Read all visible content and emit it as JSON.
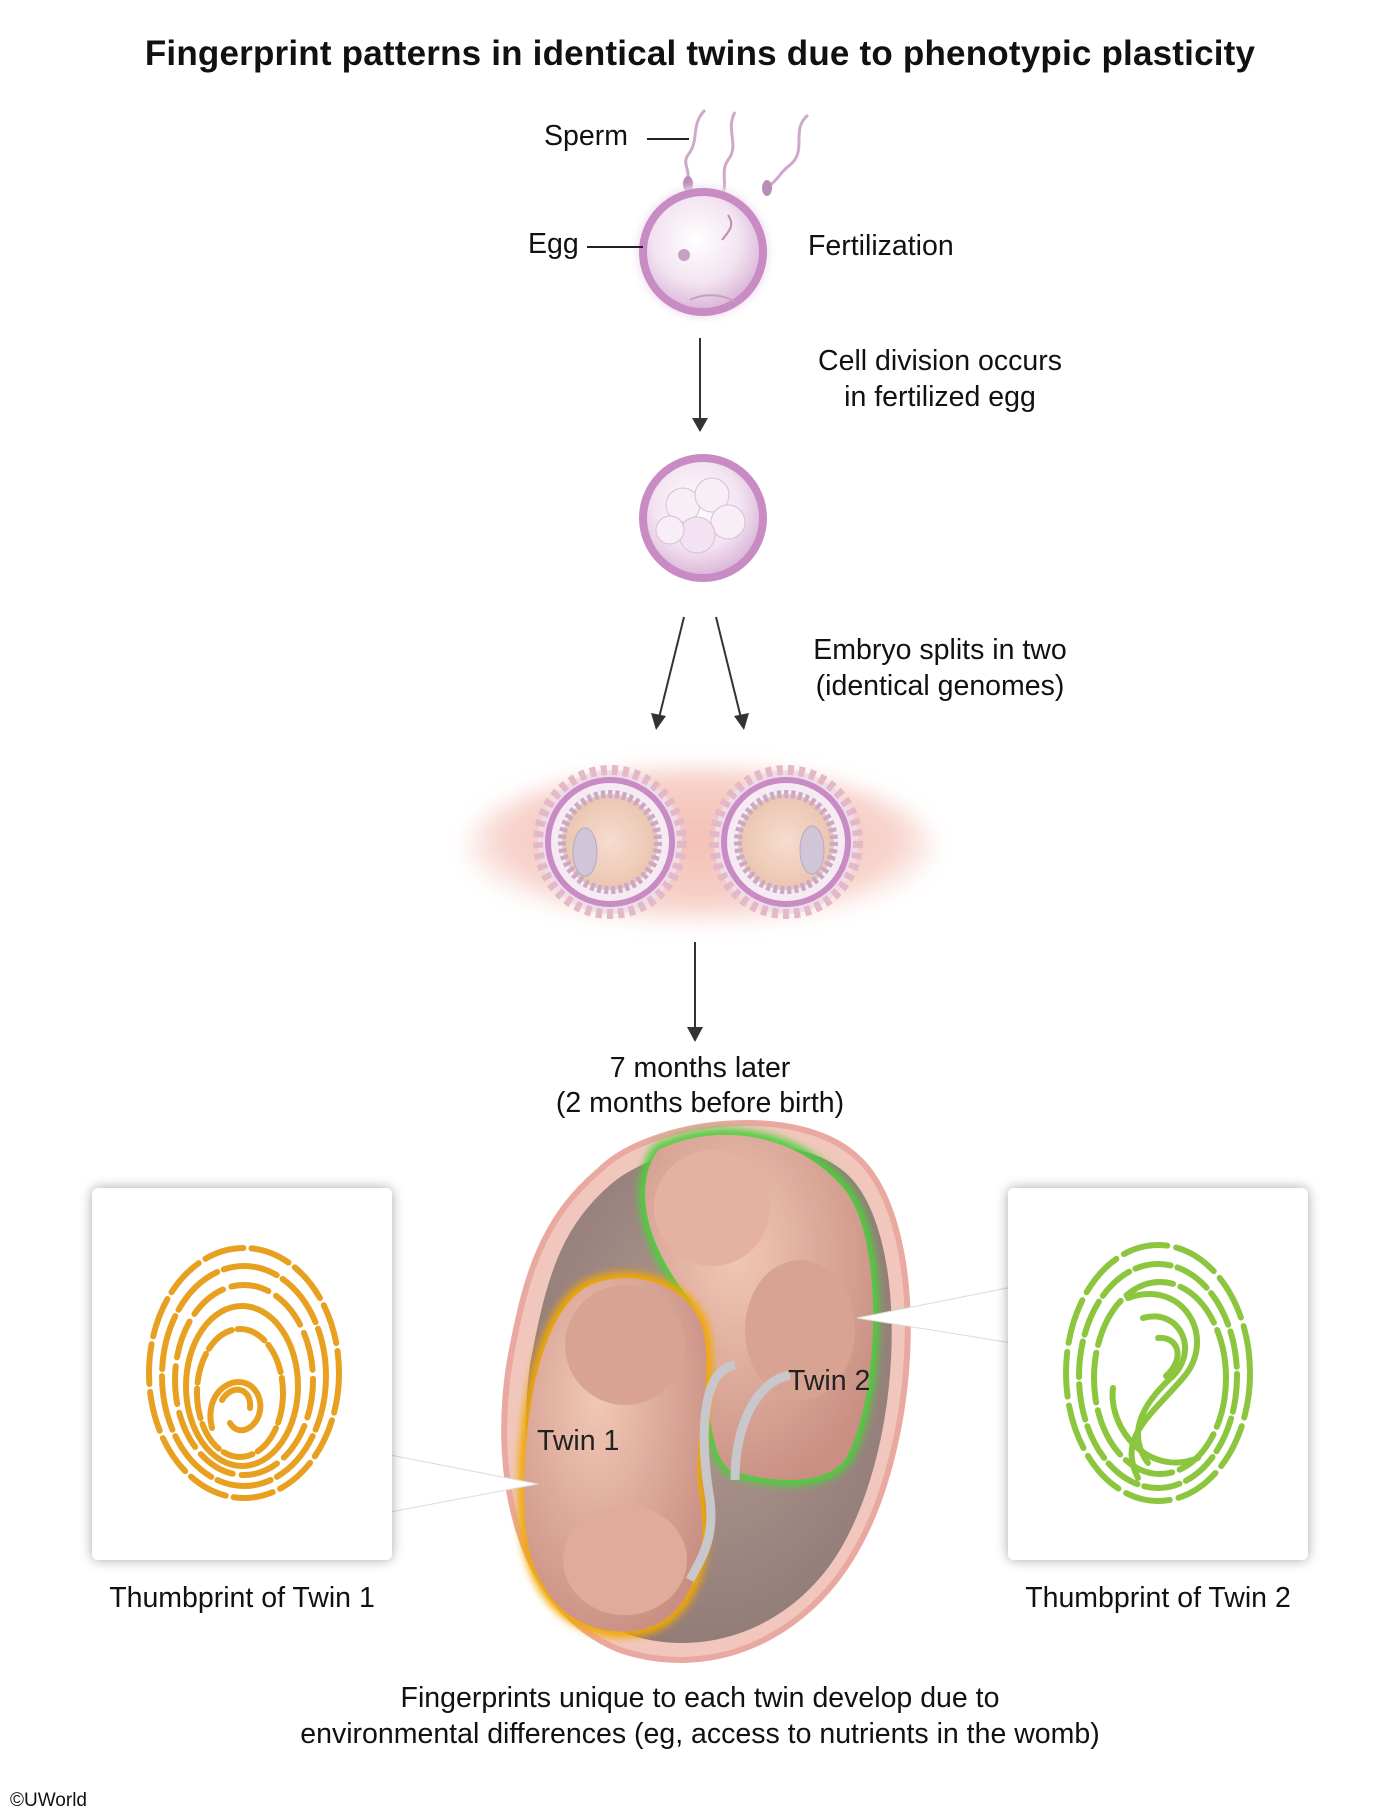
{
  "title": "Fingerprint patterns in identical twins due to phenotypic plasticity",
  "labels": {
    "sperm": "Sperm",
    "egg": "Egg",
    "fertilization": "Fertilization",
    "cell_division_line1": "Cell division occurs",
    "cell_division_line2": "in fertilized egg",
    "embryo_split_line1": "Embryo splits in two",
    "embryo_split_line2": "(identical genomes)",
    "later_line1": "7 months later",
    "later_line2": "(2 months before birth)",
    "twin1": "Twin 1",
    "twin2": "Twin 2",
    "thumb1": "Thumbprint of Twin 1",
    "thumb2": "Thumbprint of Twin 2",
    "footer_line1": "Fingerprints unique to each twin develop due to",
    "footer_line2": "environmental differences (eg, access to nutrients in the womb)"
  },
  "copyright": "UWorld",
  "colors": {
    "twin1_fingerprint": "#E8A020",
    "twin2_fingerprint": "#8CC63F",
    "cell_membrane": "#C98BC4",
    "tissue": "#F2B8AE"
  }
}
